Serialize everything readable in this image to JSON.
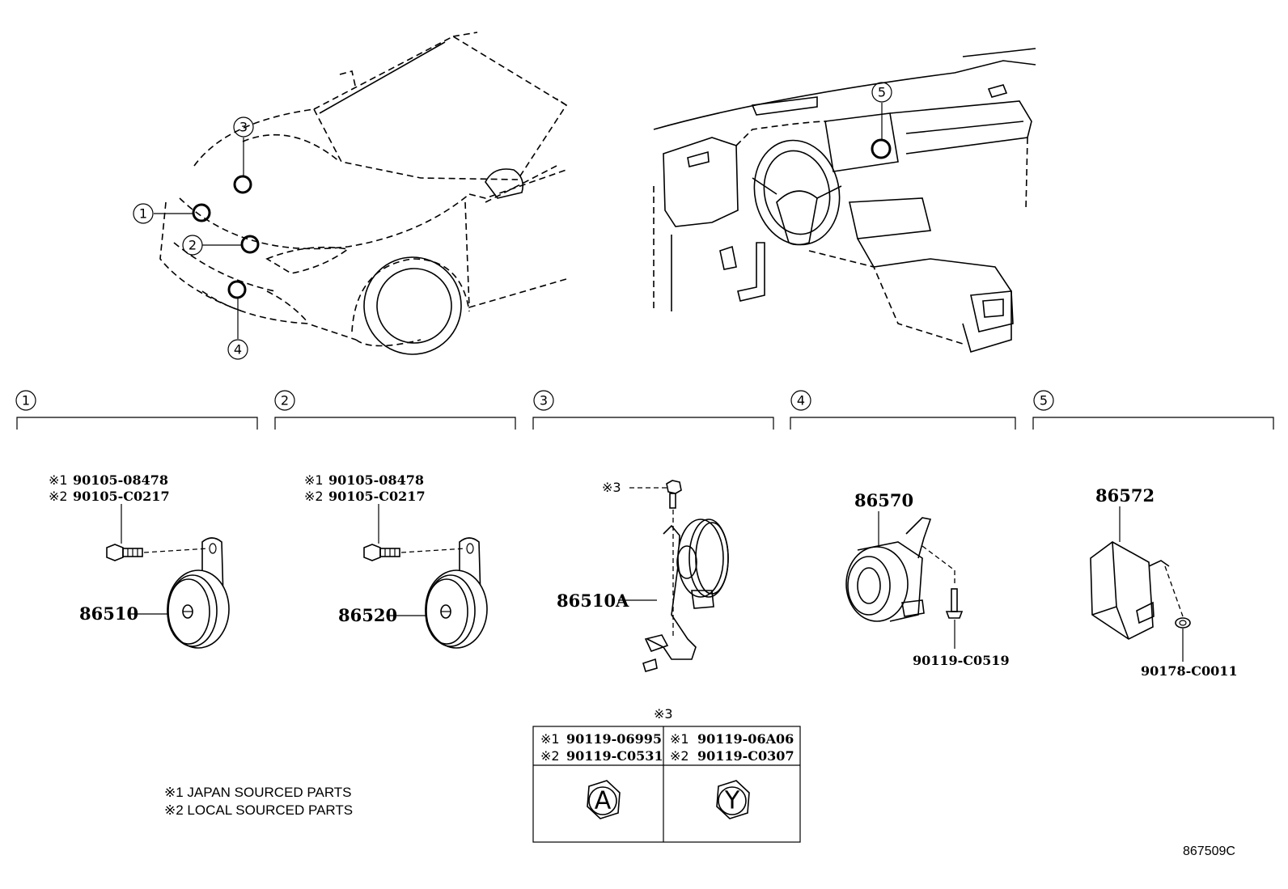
{
  "figure_code": "867509C",
  "callouts": [
    "1",
    "2",
    "3",
    "4",
    "5"
  ],
  "sections": [
    {
      "num": "1",
      "fasteners": [
        {
          "mark": "※1",
          "part": "90105-08478"
        },
        {
          "mark": "※2",
          "part": "90105-C0217"
        }
      ],
      "main_part": "86510"
    },
    {
      "num": "2",
      "fasteners": [
        {
          "mark": "※1",
          "part": "90105-08478"
        },
        {
          "mark": "※2",
          "part": "90105-C0217"
        }
      ],
      "main_part": "86520"
    },
    {
      "num": "3",
      "bolt_mark": "※3",
      "main_part": "86510A"
    },
    {
      "num": "4",
      "main_part": "86570",
      "fastener": "90119-C0519"
    },
    {
      "num": "5",
      "main_part": "86572",
      "fastener": "90178-C0011"
    }
  ],
  "bolt_table": {
    "title": "※3",
    "columns": [
      {
        "rows": [
          {
            "mark": "※1",
            "part": "90119-06995"
          },
          {
            "mark": "※2",
            "part": "90119-C0531"
          }
        ],
        "head_letter": "A"
      },
      {
        "rows": [
          {
            "mark": "※1",
            "part": "90119-06A06"
          },
          {
            "mark": "※2",
            "part": "90119-C0307"
          }
        ],
        "head_letter": "Y"
      }
    ]
  },
  "notes": [
    "※1 JAPAN SOURCED PARTS",
    "※2 LOCAL SOURCED PARTS"
  ]
}
